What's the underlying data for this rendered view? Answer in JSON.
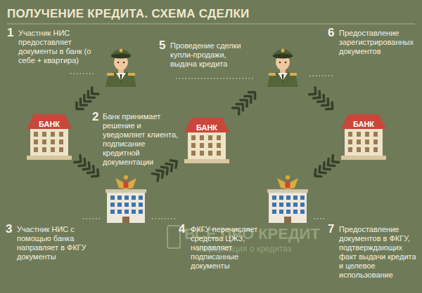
{
  "diagram": {
    "title": "ПОЛУЧЕНИЕ КРЕДИТА. СХЕМА СДЕЛКИ",
    "nodes": [
      {
        "text": [
          "1",
          "Участник НИС предоставляет документы в банк (о себе + квартира)"
        ]
      },
      {
        "text": [
          "БАНК",
          "2",
          "Банк принимает решение и уведомляет клиента, подписание кредитной документации"
        ]
      },
      {
        "text": [
          "3",
          "Участник НИС с помощью банка направляет в ФКГУ документы",
          "4",
          "ФКГУ перечисляет средства ЦЖЗ, направляет подписанные документы"
        ]
      },
      {
        "text": [
          "БАНК",
          "5",
          "Проведение сделки купли-продажи, выдача кредита"
        ]
      },
      {
        "text": [
          "6",
          "Предоставление зарегистрированных документов"
        ]
      },
      {
        "text": [
          "БАНК"
        ]
      },
      {
        "text": [
          "7",
          "Предоставление документов в ФКГУ, подтверждающих факт выдачи кредита и целевое использование"
        ]
      }
    ],
    "edges": [
      {
        "from": 0,
        "to": 1,
        "arrow": "to"
      },
      {
        "from": 1,
        "to": 2,
        "arrow": "to"
      },
      {
        "from": 2,
        "to": 3,
        "arrow": "to"
      },
      {
        "from": 3,
        "to": 4,
        "arrow": "to"
      },
      {
        "from": 4,
        "to": 5,
        "arrow": "to"
      },
      {
        "from": 5,
        "to": 6,
        "arrow": "to"
      }
    ],
    "labels": [
      "ВСЕ ПРО КРЕДИТ",
      "информация о кредитах"
    ]
  }
}
